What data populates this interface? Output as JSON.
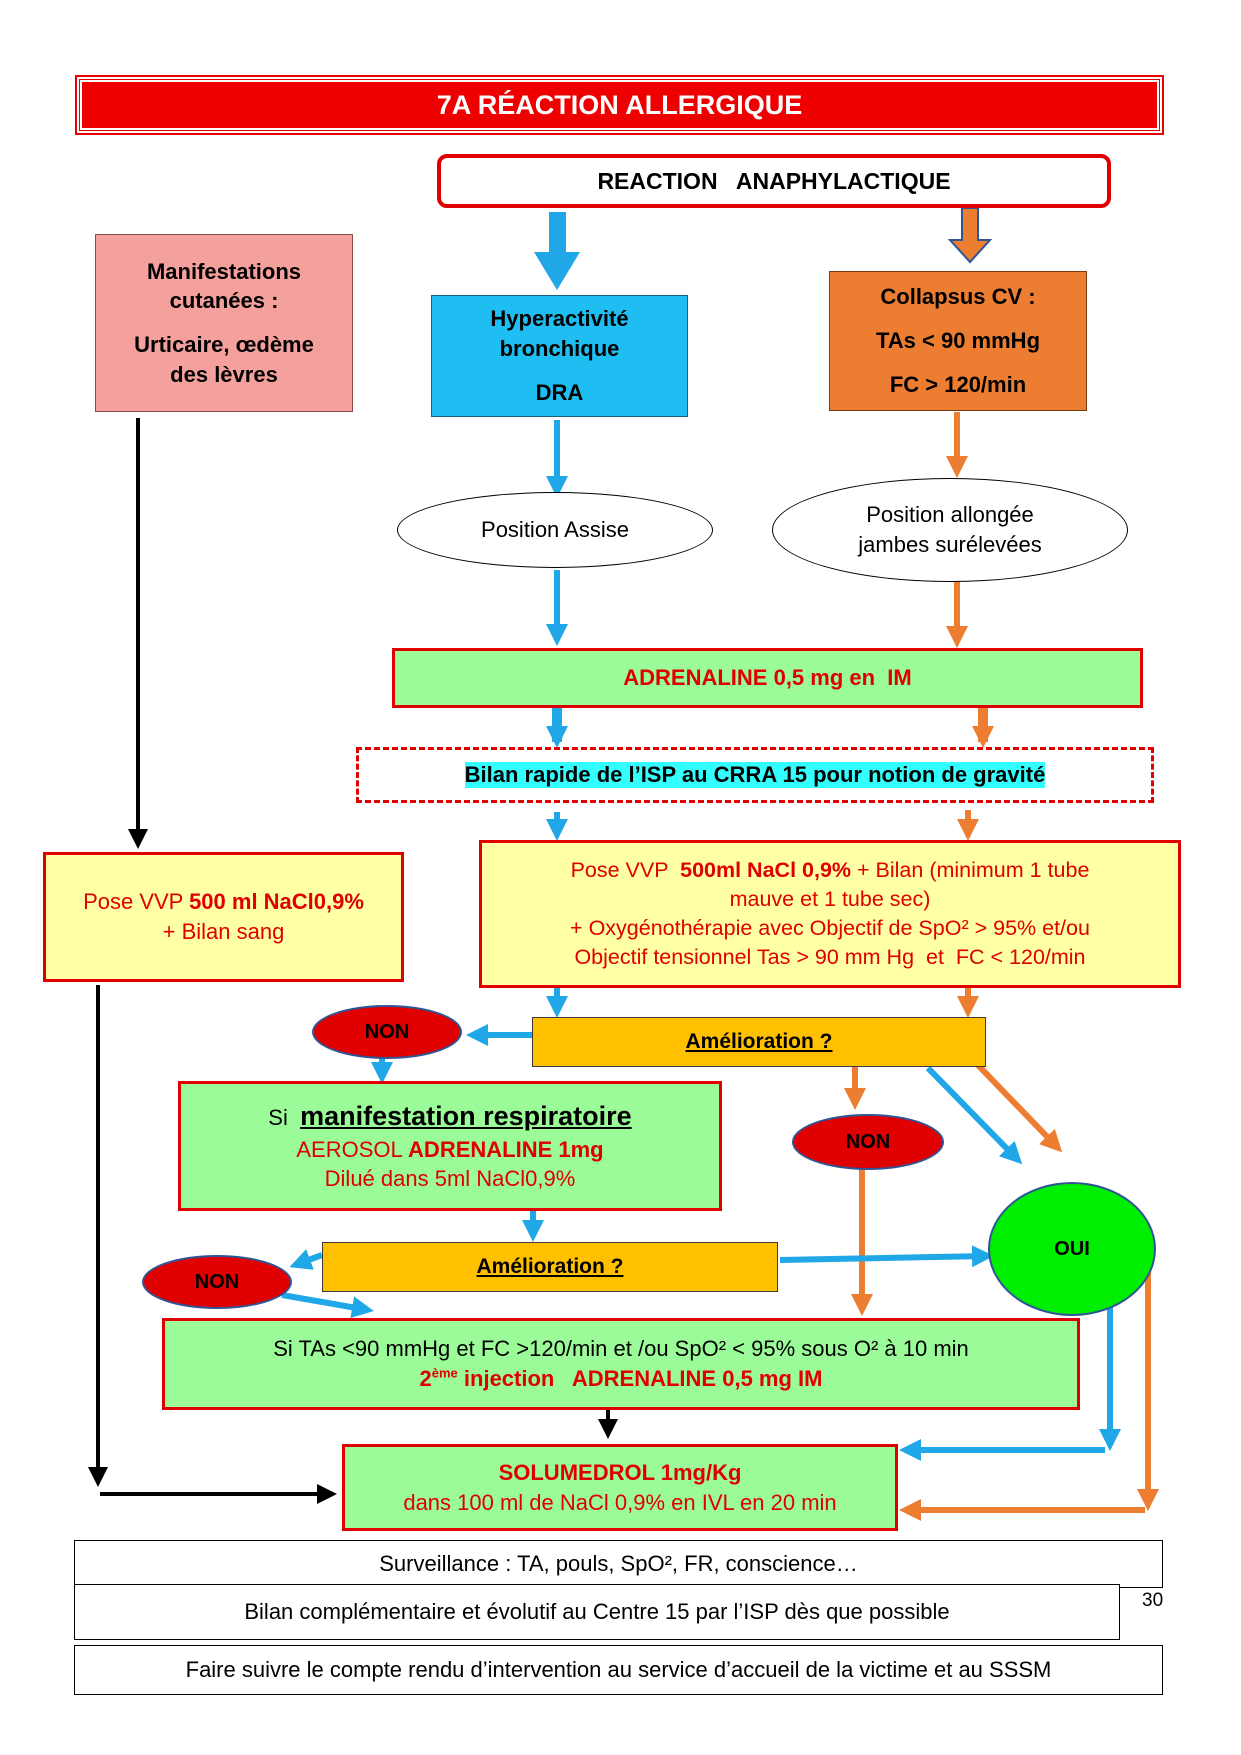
{
  "title": "7A RÉACTION ALLERGIQUE",
  "top_box": "REACTION   ANAPHYLACTIQUE",
  "cutane": {
    "line1": "Manifestations",
    "line2": "cutanées :",
    "line3": "Urticaire, œdème",
    "line4": "des lèvres"
  },
  "broncho": {
    "line1": "Hyperactivité",
    "line2": "bronchique",
    "line3": "DRA"
  },
  "collapsus": {
    "line1": "Collapsus CV :",
    "line2": "TAs < 90 mmHg",
    "line3": "FC > 120/min"
  },
  "position_assise": "Position Assise",
  "position_allongee": {
    "line1": "Position allongée",
    "line2": "jambes surélevées"
  },
  "adrenaline_im": "ADRENALINE 0,5 mg en  IM",
  "bilan_rapide": "Bilan rapide de l’ISP au CRRA 15 pour notion de gravité",
  "vvp_left": {
    "prefix": "Pose VVP ",
    "bold": "500 ml NaCl0,9%",
    "line2": "+ Bilan sang"
  },
  "vvp_right": {
    "prefix": "Pose VVP  ",
    "bold": "500ml NaCl 0,9%",
    "rest1": " + Bilan (minimum 1 tube",
    "line2": "mauve et 1 tube sec)",
    "line3": "+ Oxygénothérapie avec Objectif de SpO² > 95% et/ou",
    "line4": "Objectif tensionnel Tas > 90 mm Hg  et  FC < 120/min"
  },
  "amelioration_1": "Amélioration ?",
  "amelioration_2": "Amélioration ?",
  "non_1": "NON",
  "non_2": "NON",
  "non_3": "NON",
  "oui": "OUI",
  "aerosol": {
    "si": "Si  ",
    "manif": "manifestation respiratoire",
    "line2_prefix": "AEROSOL ",
    "line2_bold": "ADRENALINE 1mg",
    "line3": "Dilué dans 5ml NaCl0,9%"
  },
  "second_injection": {
    "line1": "Si TAs <90 mmHg et FC >120/min et /ou SpO² < 95% sous O² à 10 min",
    "num": "2",
    "sup": "ème",
    "rest": " injection   ADRENALINE 0,5 mg IM"
  },
  "solumedrol": {
    "line1": "SOLUMEDROL 1mg/Kg",
    "line2": "dans 100 ml de NaCl 0,9% en IVL en 20 min"
  },
  "surveillance": "Surveillance : TA, pouls, SpO², FR, conscience…",
  "bilan_complementaire": "Bilan complémentaire et évolutif au Centre 15 par l’ISP dès que possible",
  "compte_rendu": "Faire suivre le compte rendu d’intervention au service d’accueil de la victime et au SSSM",
  "page_number": "30",
  "colors": {
    "red": "#e00000",
    "title_bg": "#ee0000",
    "pink": "#f4a09c",
    "cyan": "#1fbef2",
    "orange": "#ed7d31",
    "green": "#9bfb98",
    "yellow": "#ffffa6",
    "gold": "#ffc000",
    "oui_green": "#00ee00",
    "arrow_blue": "#1fa7e8",
    "highlight": "#33ffff"
  }
}
